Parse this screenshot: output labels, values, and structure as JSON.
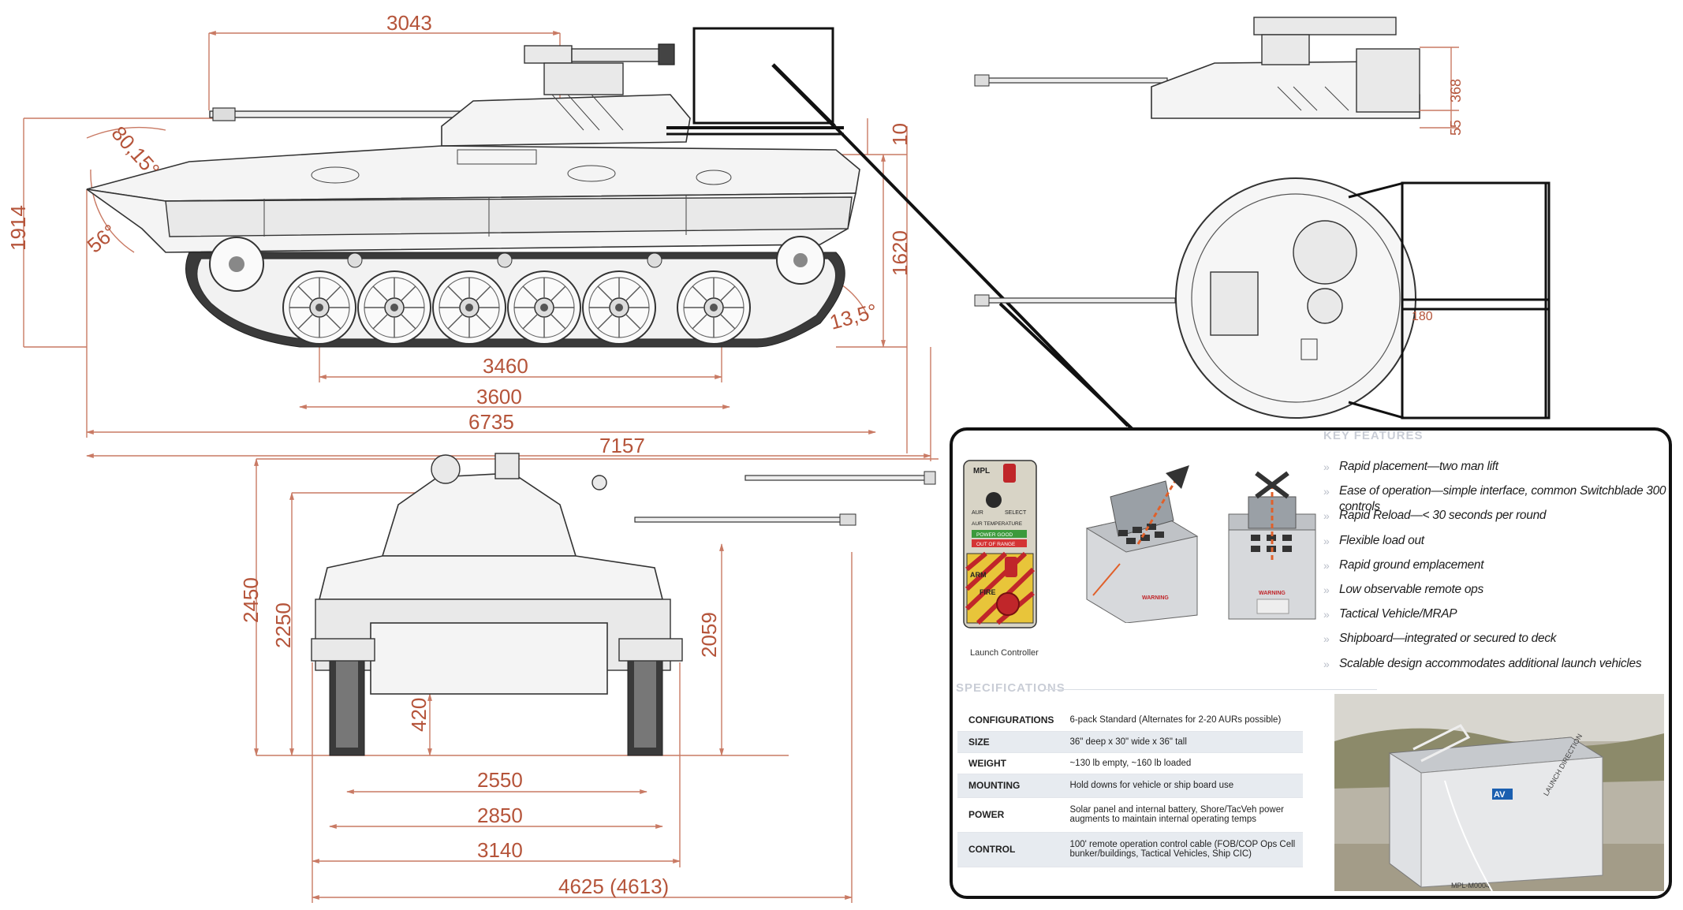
{
  "side_view": {
    "dims": {
      "top_length": "3043",
      "angle_front_upper": "80,15°",
      "angle_front_lower": "56°",
      "height_total": "1914",
      "turret_offset": "10",
      "height_hull": "1620",
      "angle_rear": "13,5°",
      "track_contact": "3460",
      "track_base": "3600",
      "hull_length": "6735",
      "overall_length": "7157"
    }
  },
  "front_view": {
    "dims": {
      "height_max": "2450",
      "height_turret": "2250",
      "height_hull": "2059",
      "ground_clearance": "420",
      "track_gauge": "2550",
      "track_width_outer": "2850",
      "hull_width": "3140",
      "overall_width": "4625 (4613)"
    }
  },
  "turret_side_view": {
    "dims": {
      "launcher_height": "368",
      "base_offset": "55"
    }
  },
  "turret_top_view": {
    "dims": {
      "ring_offset": "180"
    }
  },
  "info_panel": {
    "features_title": "KEY FEATURES",
    "features": [
      "Rapid placement—two man lift",
      "Ease of operation—simple interface, common Switchblade 300 controls",
      "Rapid Reload—< 30 seconds per round",
      "Flexible load out",
      "Rapid ground emplacement",
      "Low observable remote ops",
      "Tactical Vehicle/MRAP",
      "Shipboard—integrated or secured to deck",
      "Scalable design accommodates additional launch vehicles"
    ],
    "controller_caption": "Launch Controller",
    "controller_labels": {
      "brand": "MPL",
      "aur": "AUR",
      "select": "SELECT",
      "temp": "AUR TEMPERATURE",
      "power_good": "POWER GOOD",
      "out_of_range": "OUT OF RANGE",
      "arm": "ARM",
      "fire": "FIRE"
    },
    "box_warning": "WARNING",
    "specs_title": "SPECIFICATIONS",
    "specs": [
      {
        "key": "CONFIGURATIONS",
        "value": "6-pack Standard (Alternates for 2-20 AURs possible)"
      },
      {
        "key": "SIZE",
        "value": "36\" deep x 30\" wide x 36\" tall"
      },
      {
        "key": "WEIGHT",
        "value": "~130 lb empty, ~160 lb loaded"
      },
      {
        "key": "MOUNTING",
        "value": "Hold downs for vehicle or ship board use"
      },
      {
        "key": "POWER",
        "value": "Solar panel and internal battery, Shore/TacVeh power augments to maintain internal operating temps"
      },
      {
        "key": "CONTROL",
        "value": "100' remote operation control cable (FOB/COP Ops Cell bunker/buildings, Tactical Vehicles, Ship CIC)"
      }
    ],
    "photo_labels": {
      "brand": "AV",
      "direction": "LAUNCH DIRECTION",
      "serial": "MPL-M0004"
    }
  }
}
